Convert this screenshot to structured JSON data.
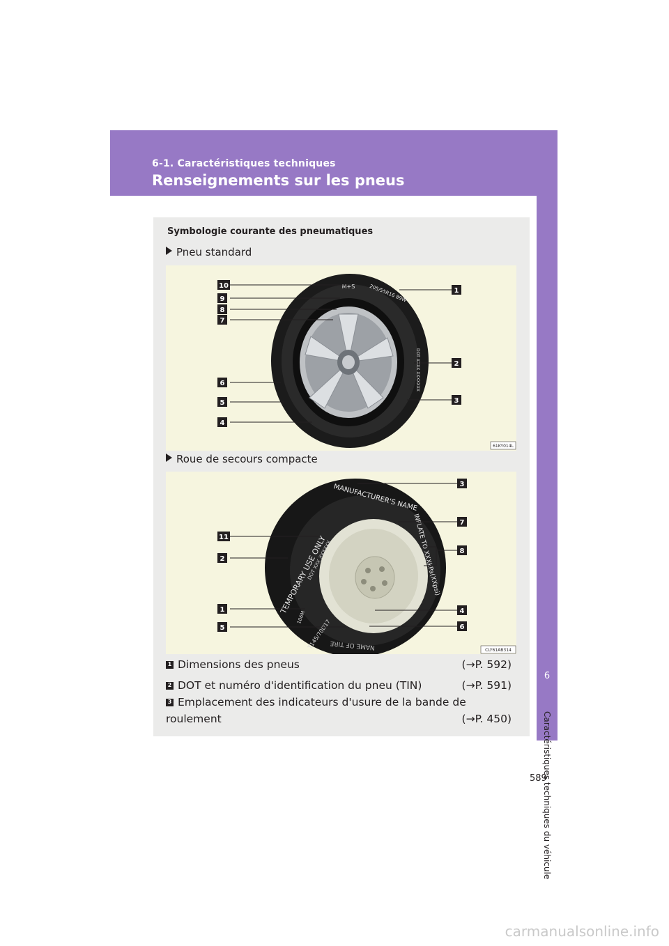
{
  "header": {
    "section": "6-1. Caractéristiques techniques",
    "title": "Renseignements sur les pneus"
  },
  "side_tab": {
    "number": "6",
    "label": "Caractéristiques techniques du véhicule"
  },
  "page_number": "589",
  "panel": {
    "title": "Symbologie courante des pneumatiques",
    "standard_label": "Pneu standard",
    "spare_label": "Roue de secours compacte",
    "figure1_code": "61KY014L",
    "figure2_code": "CLY61AB314",
    "figure1_callouts_left": [
      "10",
      "9",
      "8",
      "7",
      "6",
      "5",
      "4"
    ],
    "figure1_callouts_right": [
      "1",
      "2",
      "3"
    ],
    "figure2_callouts_left": [
      "11",
      "2",
      "1",
      "5"
    ],
    "figure2_callouts_right": [
      "3",
      "7",
      "8",
      "4",
      "6"
    ],
    "tire1_text": {
      "ms": "M+S",
      "size": "205/55R16 89W",
      "dot": "DOT XXXX XXXXXXX"
    },
    "tire2_text": {
      "manufacturer": "MANUFACTURER'S NAME",
      "temporary": "TEMPORARY USE ONLY",
      "inflate": "INFLATE TO XXXkPa(XXpsi)",
      "dot": "DOT XXX XXXXXX",
      "size": "T145/70D17",
      "load": "106M",
      "tire_name": "NAME OF TIRE"
    }
  },
  "legend": [
    {
      "num": "1",
      "text": "Dimensions des pneus",
      "ref": "(→P. 592)"
    },
    {
      "num": "2",
      "text": "DOT et numéro d'identification du pneu (TIN)",
      "ref": "(→P. 591)"
    },
    {
      "num": "3",
      "text": "Emplacement des indicateurs d'usure de la bande de roulement",
      "ref": "(→P. 450)"
    }
  ],
  "watermark": "carmanualsonline.info"
}
